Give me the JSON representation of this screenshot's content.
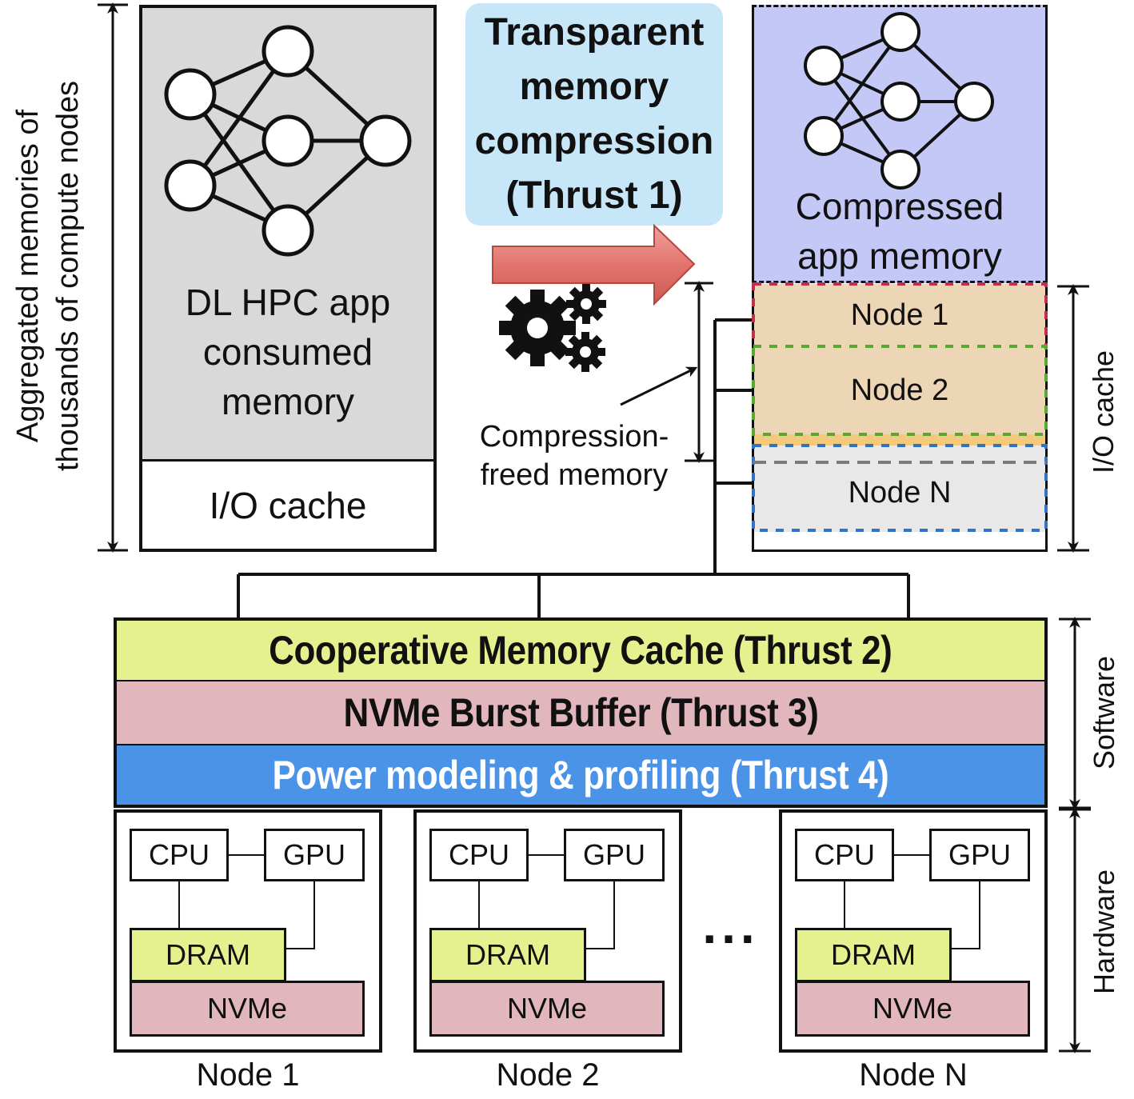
{
  "left_panel": {
    "app_memory_label": [
      "DL HPC app",
      "consumed",
      "memory"
    ],
    "io_cache_label": "I/O cache",
    "axis_label_lines": [
      "Aggregated memories of",
      "thousands of compute nodes"
    ]
  },
  "thrust1": {
    "label_lines": [
      "Transparent",
      "memory",
      "compression",
      "(Thrust 1)"
    ]
  },
  "right_panel": {
    "compressed_label": [
      "Compressed",
      "app memory"
    ],
    "nodes": [
      "Node 1",
      "Node 2",
      "Node N"
    ],
    "io_cache_side_label": "I/O cache"
  },
  "freed_memory_label": [
    "Compression-",
    "freed memory"
  ],
  "layers": {
    "thrust2": "Cooperative Memory Cache (Thrust 2)",
    "thrust3": "NVMe Burst Buffer (Thrust 3)",
    "thrust4": "Power modeling & profiling (Thrust 4)",
    "software_label": "Software",
    "hardware_label": "Hardware"
  },
  "hardware_nodes": [
    {
      "cpu": "CPU",
      "gpu": "GPU",
      "dram": "DRAM",
      "nvme": "NVMe",
      "name": "Node 1"
    },
    {
      "cpu": "CPU",
      "gpu": "GPU",
      "dram": "DRAM",
      "nvme": "NVMe",
      "name": "Node 2"
    },
    {
      "cpu": "CPU",
      "gpu": "GPU",
      "dram": "DRAM",
      "nvme": "NVMe",
      "name": "Node N"
    }
  ],
  "ellipsis": "...",
  "colors": {
    "app_memory_bg": "#d9d9d9",
    "thrust1_bg": "#c7e6f7",
    "compressed_bg": "#c4c8f6",
    "node_region_bg": "#ecd6b6",
    "node_n_bg": "#e8e8e8",
    "thrust2_bg": "#e4f18e",
    "thrust3_bg": "#e1b7bd",
    "thrust4_bg": "#4b93e6",
    "arrow_fill": "#e0716a"
  }
}
